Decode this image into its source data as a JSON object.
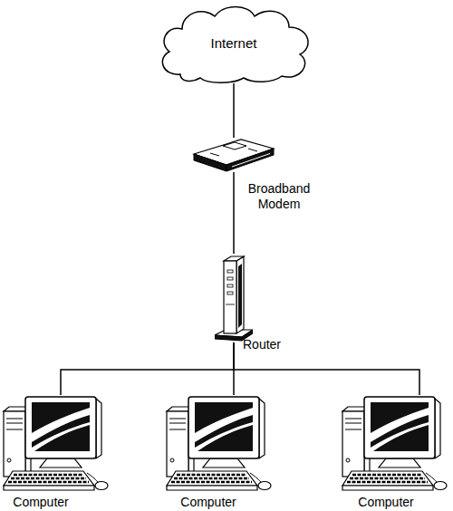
{
  "diagram": {
    "nodes": [
      {
        "text": [
          "Internet"
        ]
      },
      {
        "text": [
          "Broadband Modem"
        ]
      },
      {
        "text": [
          "Router"
        ]
      },
      {
        "text": [
          "Computer"
        ]
      },
      {
        "text": [
          "Computer"
        ]
      },
      {
        "text": [
          "Computer"
        ]
      }
    ],
    "edges": [
      {
        "from": 0,
        "to": 1,
        "arrow": "none"
      },
      {
        "from": 1,
        "to": 2,
        "arrow": "none"
      },
      {
        "from": 2,
        "to": 3,
        "arrow": "none"
      },
      {
        "from": 2,
        "to": 4,
        "arrow": "none"
      },
      {
        "from": 2,
        "to": 5,
        "arrow": "none"
      }
    ]
  }
}
